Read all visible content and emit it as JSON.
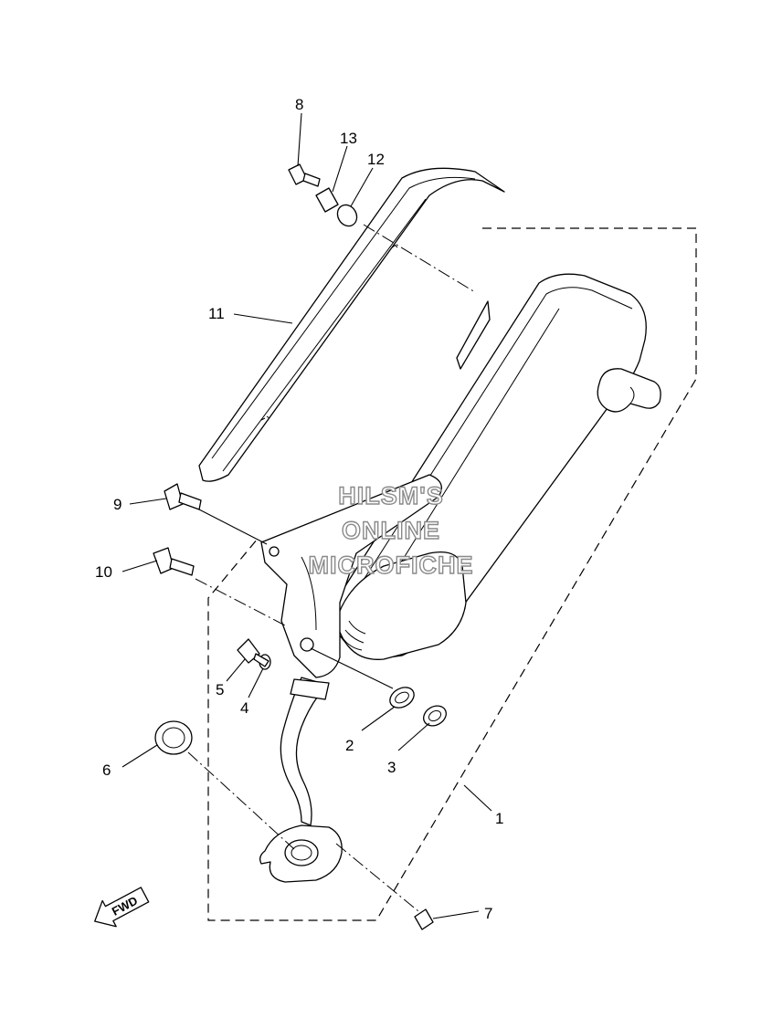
{
  "callouts": {
    "c1": "1",
    "c2": "2",
    "c3": "3",
    "c4": "4",
    "c5": "5",
    "c6": "6",
    "c7": "7",
    "c8": "8",
    "c9": "9",
    "c10": "10",
    "c11": "11",
    "c12": "12",
    "c13": "13"
  },
  "watermark": {
    "line1": "HILSM'S",
    "line2": "ONLINE",
    "line3": "MICROFICHE"
  },
  "direction_arrow": {
    "label": "FWD",
    "icon": "fwd-arrow-icon"
  },
  "colors": {
    "ink": "#000000",
    "watermark_outline": "#8a8a8a",
    "background": "#ffffff"
  }
}
